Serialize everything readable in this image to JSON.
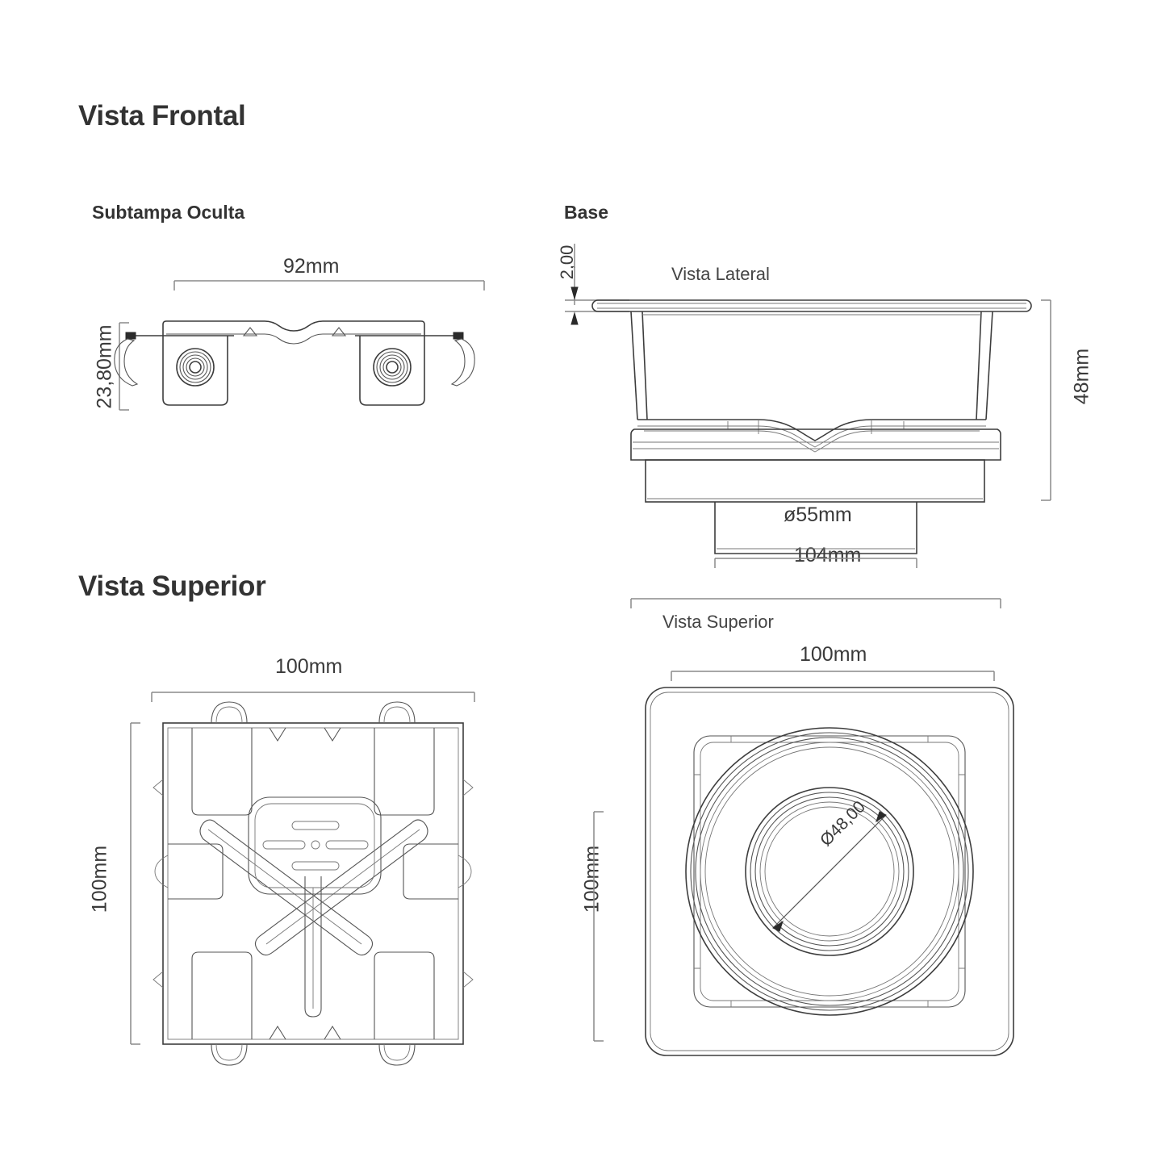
{
  "page": {
    "line_color": "#3d3d3d",
    "dim_color": "#8a8a8a",
    "text_color": "#333333",
    "background": "#ffffff"
  },
  "sections": {
    "front": {
      "title": "Vista Frontal",
      "subtampa": {
        "title": "Subtampa Oculta",
        "width_dim": "92mm",
        "height_dim": "23,80mm"
      },
      "base": {
        "title": "Base",
        "view_label": "Vista Lateral",
        "flange_thickness_dim": "2,00",
        "height_dim": "48mm",
        "outlet_dim": "ø55mm",
        "overall_width_dim": "104mm"
      }
    },
    "top": {
      "title": "Vista Superior",
      "left_view": {
        "width_dim": "100mm",
        "height_dim": "100mm"
      },
      "right_view": {
        "view_label": "Vista Superior",
        "width_dim": "100mm",
        "height_dim": "100mm",
        "bore_dim": "Ø48,00"
      }
    }
  }
}
